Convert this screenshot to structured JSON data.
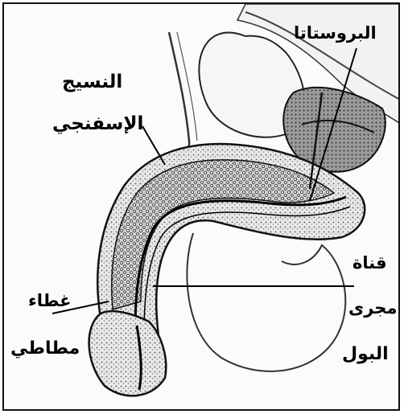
{
  "labels": {
    "prostate": "البروستاتا",
    "spongy_tissue_line1": "النسيج",
    "spongy_tissue_line2": "الإسفنجي",
    "cover_line1": "غطاء",
    "cover_line2": "مطاطي",
    "urethra_line1": "قناة",
    "urethra_line2": "مجرى",
    "urethra_line3": "البول"
  }
}
